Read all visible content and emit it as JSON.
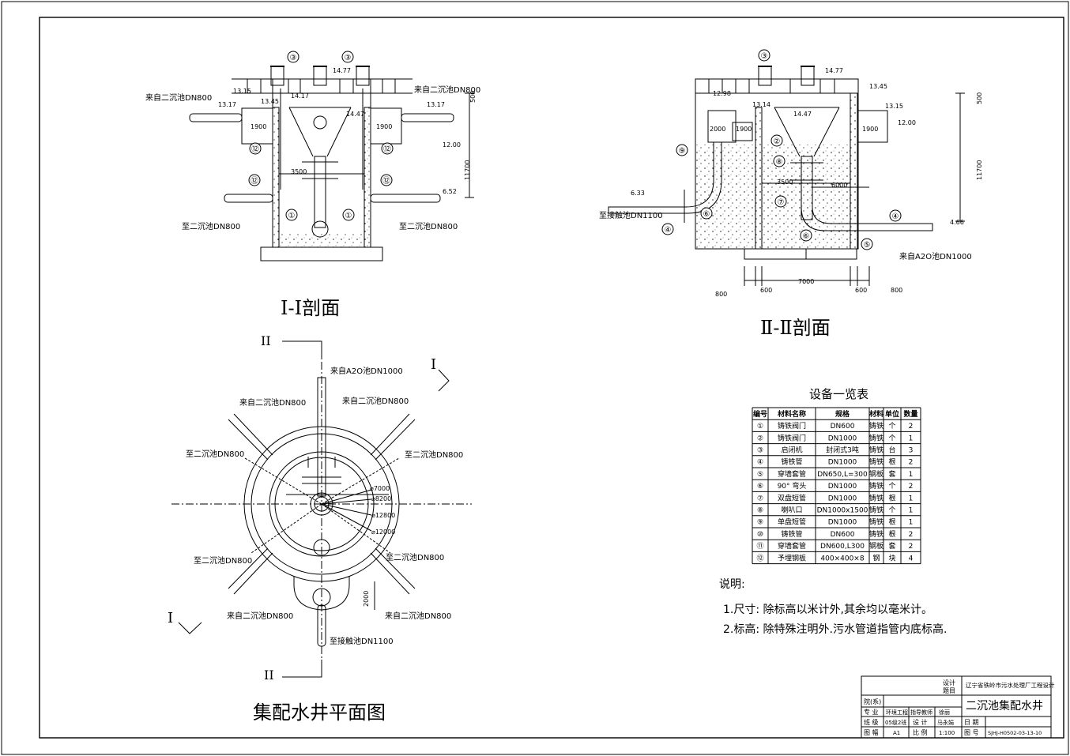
{
  "sections": {
    "s1": {
      "title": "I-I剖面",
      "label_in_left": "来自二沉池DN800",
      "label_in_right": "来自二沉池DN800",
      "label_out_left": "至二沉池DN800",
      "label_out_right": "至二沉池DN800",
      "elev_13_15": "13.15",
      "elev_13_17_l": "13.17",
      "elev_13_17_r": "13.17",
      "elev_13_45": "13.45",
      "elev_14_17": "14.17",
      "elev_14_47": "14.47",
      "elev_14_77": "14.77",
      "elev_12_00": "12.00",
      "elev_6_52": "6.52",
      "dim_1900_l": "1900",
      "dim_1900_r": "1900",
      "dim_3500": "3500",
      "dim_500": "500",
      "dim_11700": "11700"
    },
    "s2": {
      "title": "Ⅱ-Ⅱ剖面",
      "label_out": "至接触池DN1100",
      "label_in": "来自A2O池DN1000",
      "elev_12_98": "12.98",
      "elev_13_14": "13.14",
      "elev_13_45": "13.45",
      "elev_13_15": "13.15",
      "elev_14_77": "14.77",
      "elev_14_47": "14.47",
      "elev_12_00": "12.00",
      "elev_6_33": "6.33",
      "elev_4_66": "4.66",
      "dim_2000": "2000",
      "dim_1900_l": "1900",
      "dim_1900_r": "1900",
      "dim_3500": "3500",
      "dim_6000": "6000",
      "dim_7000": "7000",
      "dim_800_l": "800",
      "dim_800_r": "800",
      "dim_600_l": "600",
      "dim_600_r": "600",
      "dim_500": "500",
      "dim_11700": "11700"
    },
    "plan": {
      "title": "集配水井平面图",
      "label_in_top": "来自A2O池DN1000",
      "label_nw": "来自二沉池DN800",
      "label_ne": "来自二沉池DN800",
      "label_wnw": "至二沉池DN800",
      "label_ene": "至二沉池DN800",
      "label_wsw": "至二沉池DN800",
      "label_ese": "至二沉池DN800",
      "label_sw": "来自二沉池DN800",
      "label_se": "来自二沉池DN800",
      "label_out": "至接触池DN1100",
      "d7000": "⌀7000",
      "d8200": "⌀8200",
      "d12800": "⌀12800",
      "d12000": "⌀12000",
      "dim_2000": "2000",
      "mark_I": "I",
      "mark_II": "II"
    }
  },
  "callouts": [
    "①",
    "②",
    "③",
    "④",
    "⑤",
    "⑥",
    "⑦",
    "⑧",
    "⑨",
    "⑫"
  ],
  "equipment": {
    "title": "设备一览表",
    "headers": [
      "编号",
      "材料名称",
      "规格",
      "材料",
      "单位",
      "数量"
    ],
    "rows": [
      [
        "①",
        "铸铁阀门",
        "DN600",
        "铸铁",
        "个",
        "2"
      ],
      [
        "②",
        "铸铁阀门",
        "DN1000",
        "铸铁",
        "个",
        "1"
      ],
      [
        "③",
        "启闭机",
        "封闭式3吨",
        "铸铁",
        "台",
        "3"
      ],
      [
        "④",
        "铸铁管",
        "DN1000",
        "铸铁",
        "根",
        "2"
      ],
      [
        "⑤",
        "穿墙套管",
        "DN650,L=300",
        "钢板",
        "套",
        "1"
      ],
      [
        "⑥",
        "90° 弯头",
        "DN1000",
        "铸铁",
        "个",
        "2"
      ],
      [
        "⑦",
        "双盘短管",
        "DN1000",
        "铸铁",
        "根",
        "1"
      ],
      [
        "⑧",
        "喇叭口",
        "DN1000x1500",
        "铸铁",
        "个",
        "1"
      ],
      [
        "⑨",
        "单盘短管",
        "DN1000",
        "铸铁",
        "根",
        "1"
      ],
      [
        "⑩",
        "铸铁管",
        "DN600",
        "铸铁",
        "根",
        "2"
      ],
      [
        "⑪",
        "穿墙套管",
        "DN600,L300",
        "钢板",
        "套",
        "2"
      ],
      [
        "⑫",
        "予埋钢板",
        "400×400×8",
        "钢",
        "块",
        "4"
      ]
    ]
  },
  "notes": {
    "title": "说明:",
    "items": [
      "1.尺寸: 除标高以米计外,其余均以毫米计。",
      "2.标高: 除特殊注明外.污水管道指管内底标高."
    ]
  },
  "title_block": {
    "design_label_1": "设计",
    "design_label_2": "题目",
    "project": "辽宁省铁岭市污水处理厂工程设计",
    "drawing_name": "二沉池集配水井",
    "dept_label": "院(系)",
    "major_label": "专  业",
    "major_value": "环境工程",
    "advisor_label": "指导教师",
    "advisor_value": "徐丽",
    "class_label": "班  级",
    "class_value": "05级2班",
    "designer_label": "设  计",
    "designer_value": "马永娟",
    "date_label": "日  期",
    "size_label": "图  幅",
    "size_value": "A1",
    "scale_label": "比  例",
    "scale_value": "1:100",
    "number_label": "图  号",
    "number_value": "SJHJ-H0502-03-13-10"
  }
}
